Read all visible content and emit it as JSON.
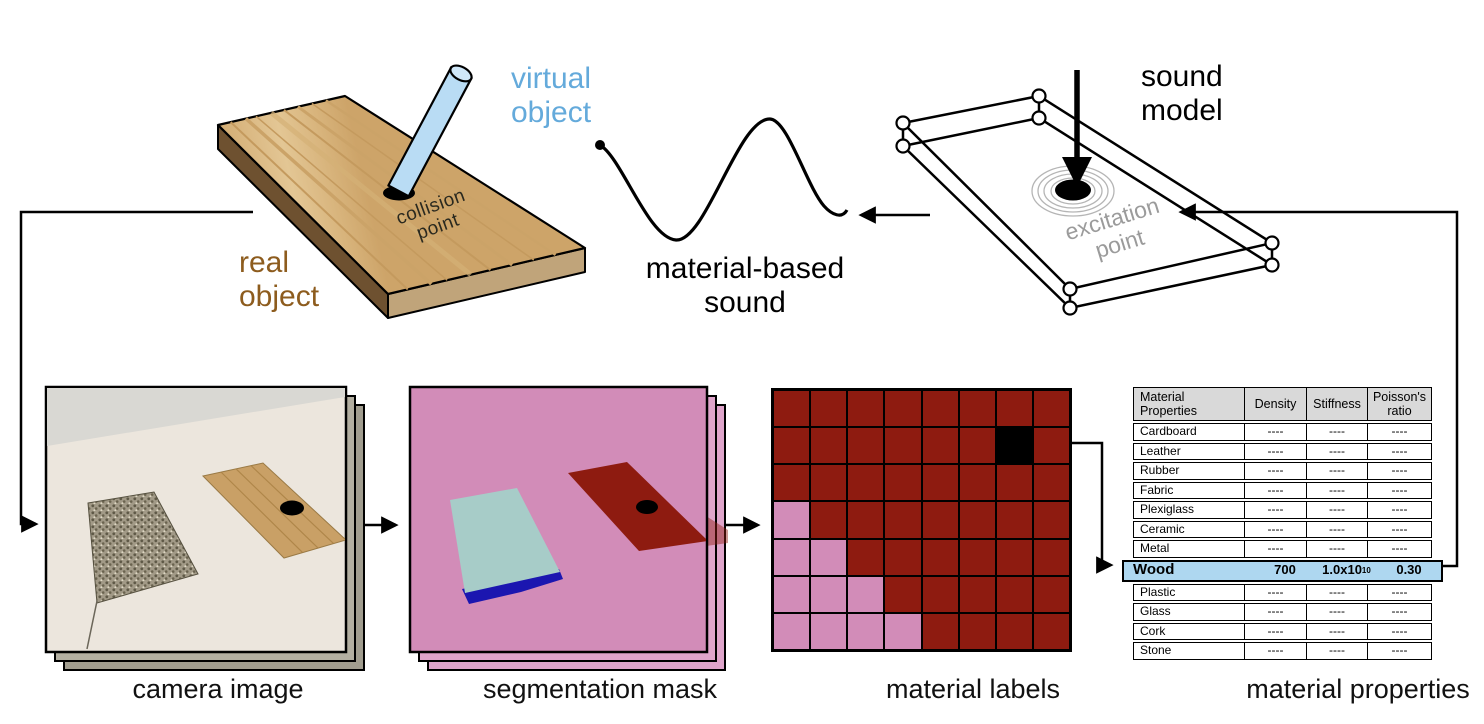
{
  "labels": {
    "virtual_object": [
      "virtual",
      "object"
    ],
    "real_object": [
      "real",
      "object"
    ],
    "collision_point": [
      "collision",
      "point"
    ],
    "sound_model": [
      "sound",
      "model"
    ],
    "excitation_point": [
      "excitation",
      "point"
    ],
    "material_based_sound": [
      "material-based",
      "sound"
    ],
    "camera_image": "camera image",
    "segmentation_mask": "segmentation mask",
    "material_labels": "material labels",
    "material_properties": "material properties"
  },
  "colors": {
    "virtual_object_accent": "#64aadb",
    "real_object_accent": "#8d5c1e",
    "mask_background_pink": "#d28cb8",
    "label_wood_red": "#8e1b10",
    "label_fabric_pink": "#d28cb8",
    "selected_cell_black": "#000000",
    "highlight_row_blue": "#aed7f0",
    "header_gray": "#d9d9d9"
  },
  "grid": {
    "columns": 8,
    "rows_count": 7,
    "palette": {
      "R": {
        "material": "wood",
        "color": "#8e1b10"
      },
      "P": {
        "material": "fabric",
        "color": "#d28cb8"
      },
      "K": {
        "material": "selected",
        "color": "#000000"
      }
    },
    "rows": [
      "RRRRRRRR",
      "RRRRRRKR",
      "RRRRRRRR",
      "PRRRRRRR",
      "PPRRRRRR",
      "PPPRRRRR",
      "PPPPRRRR"
    ]
  },
  "table": {
    "headers": [
      "Material Properties",
      "Density",
      "Stiffness",
      "Poisson's ratio"
    ],
    "rows": [
      {
        "name": "Cardboard",
        "density": "----",
        "stiffness": "----",
        "poissons": "----",
        "highlight": false
      },
      {
        "name": "Leather",
        "density": "----",
        "stiffness": "----",
        "poissons": "----",
        "highlight": false
      },
      {
        "name": "Rubber",
        "density": "----",
        "stiffness": "----",
        "poissons": "----",
        "highlight": false
      },
      {
        "name": "Fabric",
        "density": "----",
        "stiffness": "----",
        "poissons": "----",
        "highlight": false
      },
      {
        "name": "Plexiglass",
        "density": "----",
        "stiffness": "----",
        "poissons": "----",
        "highlight": false
      },
      {
        "name": "Ceramic",
        "density": "----",
        "stiffness": "----",
        "poissons": "----",
        "highlight": false
      },
      {
        "name": "Metal",
        "density": "----",
        "stiffness": "----",
        "poissons": "----",
        "highlight": false
      },
      {
        "name": "Wood",
        "density": "700",
        "stiffness": "1.0x10",
        "stiffness_exp": "10",
        "poissons": "0.30",
        "highlight": true
      },
      {
        "name": "Plastic",
        "density": "----",
        "stiffness": "----",
        "poissons": "----",
        "highlight": false
      },
      {
        "name": "Glass",
        "density": "----",
        "stiffness": "----",
        "poissons": "----",
        "highlight": false
      },
      {
        "name": "Cork",
        "density": "----",
        "stiffness": "----",
        "poissons": "----",
        "highlight": false
      },
      {
        "name": "Stone",
        "density": "----",
        "stiffness": "----",
        "poissons": "----",
        "highlight": false
      }
    ]
  }
}
